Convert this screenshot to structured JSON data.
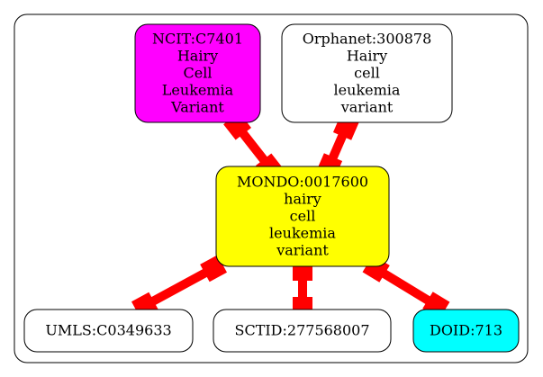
{
  "colors": {
    "edge": "#ff0000",
    "ncit": "#ff00ff",
    "mondo": "#ffff00",
    "doid": "#00ffff",
    "default": "#ffffff"
  },
  "nodes": [
    {
      "id": "ncit",
      "lines": [
        "NCIT:C7401",
        "Hairy",
        "Cell",
        "Leukemia",
        "Variant"
      ],
      "color": "#ff00ff"
    },
    {
      "id": "orphanet",
      "lines": [
        "Orphanet:300878",
        "Hairy",
        "cell",
        "leukemia",
        "variant"
      ],
      "color": "#ffffff"
    },
    {
      "id": "mondo",
      "lines": [
        "MONDO:0017600",
        "hairy",
        "cell",
        "leukemia",
        "variant"
      ],
      "color": "#ffff00"
    },
    {
      "id": "umls",
      "lines": [
        "UMLS:C0349633"
      ],
      "color": "#ffffff"
    },
    {
      "id": "sctid",
      "lines": [
        "SCTID:277568007"
      ],
      "color": "#ffffff"
    },
    {
      "id": "doid",
      "lines": [
        "DOID:713"
      ],
      "color": "#00ffff"
    }
  ],
  "edges": [
    {
      "from": "ncit",
      "to": "mondo"
    },
    {
      "from": "orphanet",
      "to": "mondo"
    },
    {
      "from": "mondo",
      "to": "umls"
    },
    {
      "from": "mondo",
      "to": "sctid"
    },
    {
      "from": "mondo",
      "to": "doid"
    }
  ]
}
